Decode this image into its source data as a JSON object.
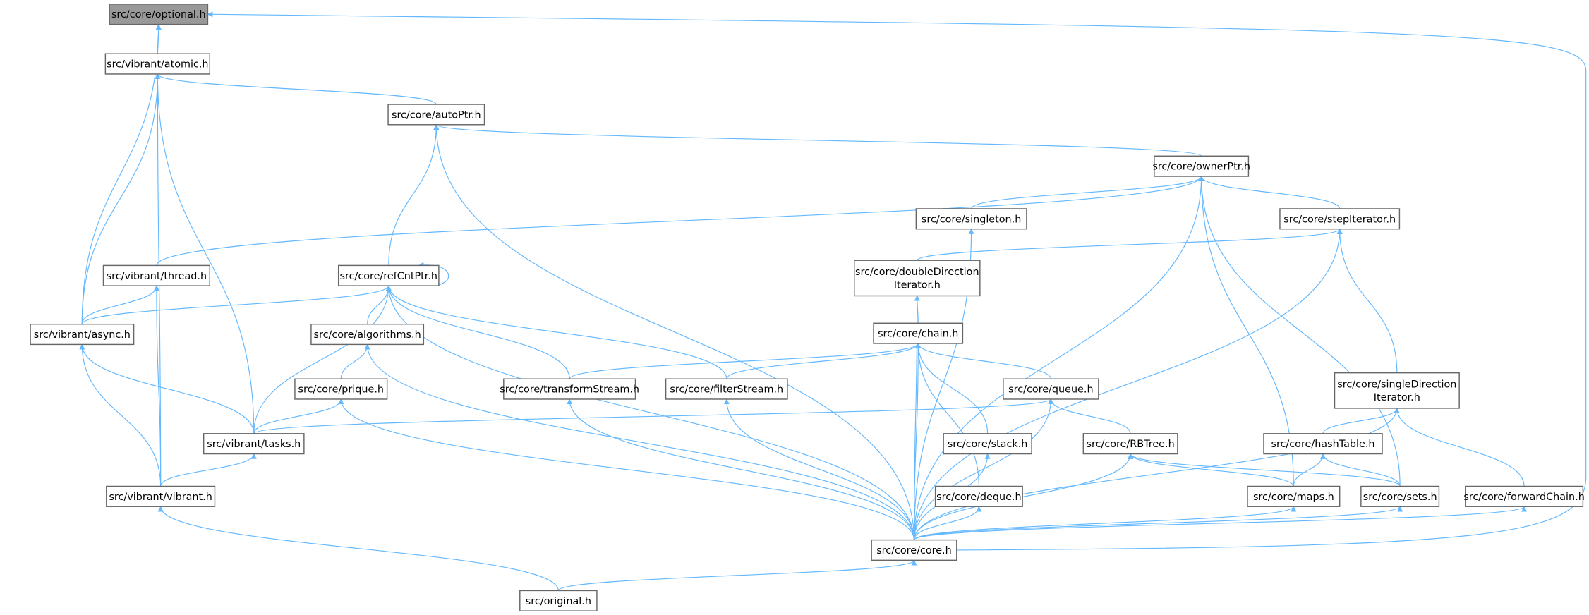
{
  "graph": {
    "edge_color": "#63b8ff",
    "root_fill": "#999999",
    "nodes": [
      {
        "id": "optional",
        "lines": [
          "src/core/optional.h"
        ],
        "root": true
      },
      {
        "id": "atomic",
        "lines": [
          "src/vibrant/atomic.h"
        ]
      },
      {
        "id": "autoPtr",
        "lines": [
          "src/core/autoPtr.h"
        ]
      },
      {
        "id": "ownerPtr",
        "lines": [
          "src/core/ownerPtr.h"
        ]
      },
      {
        "id": "singleton",
        "lines": [
          "src/core/singleton.h"
        ]
      },
      {
        "id": "stepIterator",
        "lines": [
          "src/core/stepIterator.h"
        ]
      },
      {
        "id": "thread",
        "lines": [
          "src/vibrant/thread.h"
        ]
      },
      {
        "id": "refCntPtr",
        "lines": [
          "src/core/refCntPtr.h"
        ]
      },
      {
        "id": "doubleDir",
        "lines": [
          "src/core/doubleDirection",
          "Iterator.h"
        ]
      },
      {
        "id": "async",
        "lines": [
          "src/vibrant/async.h"
        ]
      },
      {
        "id": "algorithms",
        "lines": [
          "src/core/algorithms.h"
        ]
      },
      {
        "id": "chain",
        "lines": [
          "src/core/chain.h"
        ]
      },
      {
        "id": "prique",
        "lines": [
          "src/core/prique.h"
        ]
      },
      {
        "id": "transformStream",
        "lines": [
          "src/core/transformStream.h"
        ]
      },
      {
        "id": "filterStream",
        "lines": [
          "src/core/filterStream.h"
        ]
      },
      {
        "id": "queue",
        "lines": [
          "src/core/queue.h"
        ]
      },
      {
        "id": "singleDir",
        "lines": [
          "src/core/singleDirection",
          "Iterator.h"
        ]
      },
      {
        "id": "tasks",
        "lines": [
          "src/vibrant/tasks.h"
        ]
      },
      {
        "id": "stack",
        "lines": [
          "src/core/stack.h"
        ]
      },
      {
        "id": "RBTree",
        "lines": [
          "src/core/RBTree.h"
        ]
      },
      {
        "id": "hashTable",
        "lines": [
          "src/core/hashTable.h"
        ]
      },
      {
        "id": "vibrant",
        "lines": [
          "src/vibrant/vibrant.h"
        ]
      },
      {
        "id": "deque",
        "lines": [
          "src/core/deque.h"
        ]
      },
      {
        "id": "maps",
        "lines": [
          "src/core/maps.h"
        ]
      },
      {
        "id": "sets",
        "lines": [
          "src/core/sets.h"
        ]
      },
      {
        "id": "forwardChain",
        "lines": [
          "src/core/forwardChain.h"
        ]
      },
      {
        "id": "core",
        "lines": [
          "src/core/core.h"
        ]
      },
      {
        "id": "original",
        "lines": [
          "src/original.h"
        ]
      }
    ],
    "edges": [
      [
        "atomic",
        "optional"
      ],
      [
        "async",
        "optional"
      ],
      [
        "core",
        "optional"
      ],
      [
        "autoPtr",
        "atomic"
      ],
      [
        "async",
        "atomic"
      ],
      [
        "tasks",
        "atomic"
      ],
      [
        "vibrant",
        "atomic"
      ],
      [
        "ownerPtr",
        "autoPtr"
      ],
      [
        "refCntPtr",
        "autoPtr"
      ],
      [
        "core",
        "autoPtr"
      ],
      [
        "thread",
        "ownerPtr"
      ],
      [
        "singleton",
        "ownerPtr"
      ],
      [
        "stepIterator",
        "ownerPtr"
      ],
      [
        "maps",
        "ownerPtr"
      ],
      [
        "sets",
        "ownerPtr"
      ],
      [
        "core",
        "ownerPtr"
      ],
      [
        "refCntPtr",
        "refCntPtr"
      ],
      [
        "async",
        "refCntPtr"
      ],
      [
        "algorithms",
        "refCntPtr"
      ],
      [
        "tasks",
        "refCntPtr"
      ],
      [
        "transformStream",
        "refCntPtr"
      ],
      [
        "filterStream",
        "refCntPtr"
      ],
      [
        "core",
        "refCntPtr"
      ],
      [
        "async",
        "thread"
      ],
      [
        "vibrant",
        "thread"
      ],
      [
        "core",
        "singleton"
      ],
      [
        "doubleDir",
        "stepIterator"
      ],
      [
        "singleDir",
        "stepIterator"
      ],
      [
        "core",
        "stepIterator"
      ],
      [
        "chain",
        "doubleDir"
      ],
      [
        "core",
        "doubleDir"
      ],
      [
        "transformStream",
        "chain"
      ],
      [
        "filterStream",
        "chain"
      ],
      [
        "queue",
        "chain"
      ],
      [
        "stack",
        "chain"
      ],
      [
        "deque",
        "chain"
      ],
      [
        "core",
        "chain"
      ],
      [
        "tasks",
        "async"
      ],
      [
        "vibrant",
        "async"
      ],
      [
        "prique",
        "algorithms"
      ],
      [
        "core",
        "algorithms"
      ],
      [
        "tasks",
        "prique"
      ],
      [
        "core",
        "prique"
      ],
      [
        "tasks",
        "queue"
      ],
      [
        "RBTree",
        "queue"
      ],
      [
        "core",
        "queue"
      ],
      [
        "core",
        "transformStream"
      ],
      [
        "core",
        "filterStream"
      ],
      [
        "hashTable",
        "singleDir"
      ],
      [
        "forwardChain",
        "singleDir"
      ],
      [
        "core",
        "singleDir"
      ],
      [
        "vibrant",
        "tasks"
      ],
      [
        "core",
        "stack"
      ],
      [
        "maps",
        "RBTree"
      ],
      [
        "sets",
        "RBTree"
      ],
      [
        "core",
        "RBTree"
      ],
      [
        "maps",
        "hashTable"
      ],
      [
        "sets",
        "hashTable"
      ],
      [
        "core",
        "deque"
      ],
      [
        "core",
        "maps"
      ],
      [
        "core",
        "sets"
      ],
      [
        "core",
        "forwardChain"
      ],
      [
        "original",
        "vibrant"
      ],
      [
        "original",
        "core"
      ]
    ]
  }
}
